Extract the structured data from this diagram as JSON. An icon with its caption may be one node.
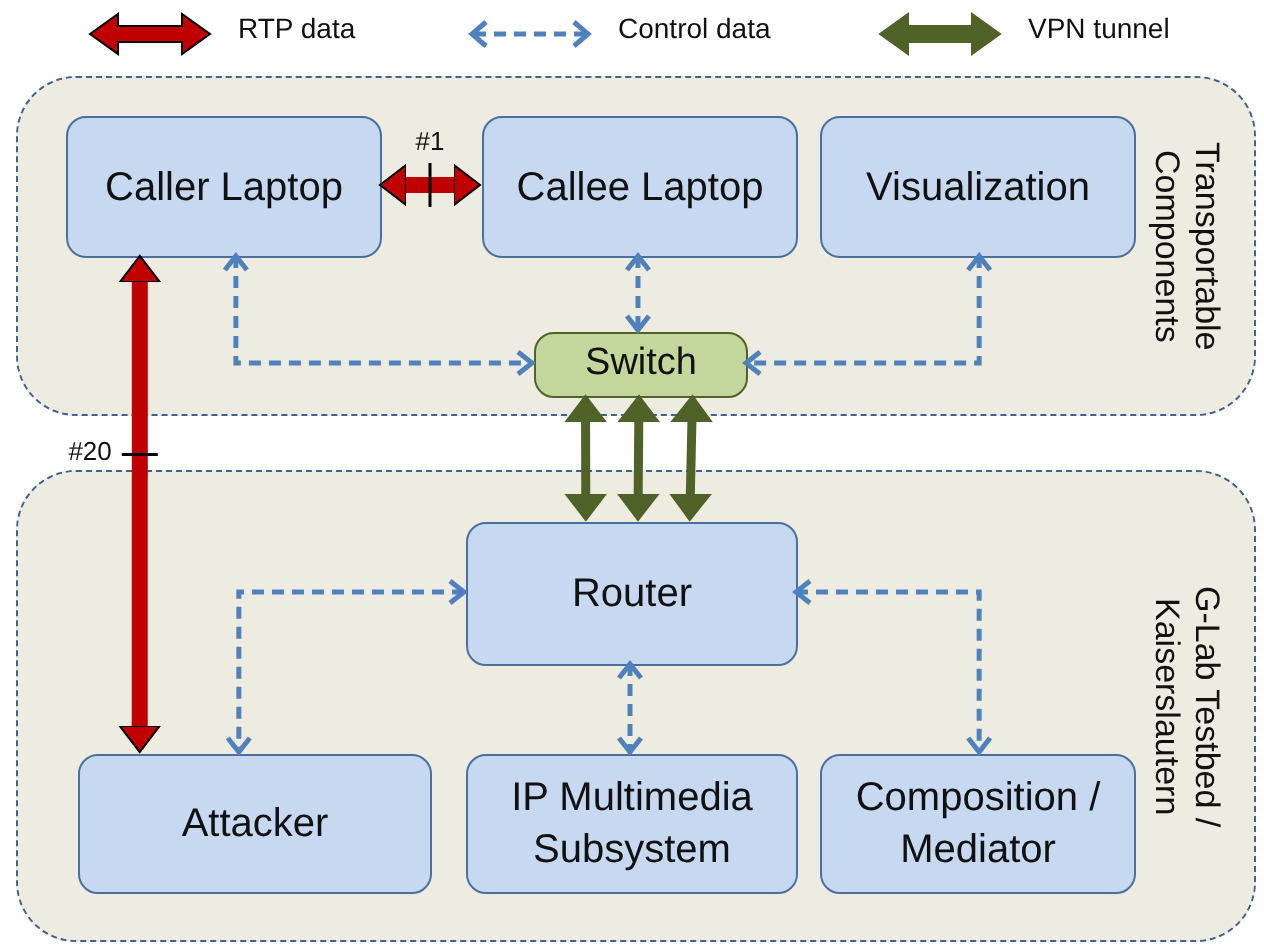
{
  "diagram": {
    "nodes": [
      {
        "text": [
          "Transportable Components"
        ]
      },
      {
        "text": [
          "Caller Laptop"
        ],
        "in": 0
      },
      {
        "text": [
          "Callee Laptop"
        ],
        "in": 0
      },
      {
        "text": [
          "Visualization"
        ],
        "in": 0
      },
      {
        "text": [
          "Switch"
        ],
        "in": 0
      },
      {
        "text": [
          "G-Lab Testbed / Kaiserslautern"
        ]
      },
      {
        "text": [
          "Router"
        ],
        "in": 5
      },
      {
        "text": [
          "Attacker"
        ],
        "in": 5
      },
      {
        "text": [
          "IP Multimedia Subsystem"
        ],
        "in": 5
      },
      {
        "text": [
          "Composition / Mediator"
        ],
        "in": 5
      }
    ],
    "edges": [
      {
        "from": 1,
        "to": 2,
        "arrow": "both",
        "label": "#1",
        "style": "thick",
        "color": "#c00000"
      },
      {
        "from": 1,
        "to": 7,
        "arrow": "both",
        "label": "#20",
        "style": "thick",
        "color": "#c00000"
      },
      {
        "from": 1,
        "to": 4,
        "arrow": "both",
        "style": "dashed"
      },
      {
        "from": 2,
        "to": 4,
        "arrow": "both",
        "style": "dashed"
      },
      {
        "from": 3,
        "to": 4,
        "arrow": "both",
        "style": "dashed"
      },
      {
        "from": 4,
        "to": 6,
        "arrow": "both",
        "style": "thick",
        "color": "#4f6228"
      },
      {
        "from": 4,
        "to": 6,
        "arrow": "both",
        "style": "thick",
        "color": "#4f6228"
      },
      {
        "from": 4,
        "to": 6,
        "arrow": "both",
        "style": "thick",
        "color": "#4f6228"
      },
      {
        "from": 6,
        "to": 7,
        "arrow": "both",
        "style": "dashed"
      },
      {
        "from": 6,
        "to": 8,
        "arrow": "both",
        "style": "dashed"
      },
      {
        "from": 6,
        "to": 9,
        "arrow": "both",
        "style": "dashed"
      }
    ],
    "legend": [
      {
        "text": "RTP data"
      },
      {
        "text": "Control data"
      },
      {
        "text": "VPN tunnel"
      }
    ]
  }
}
